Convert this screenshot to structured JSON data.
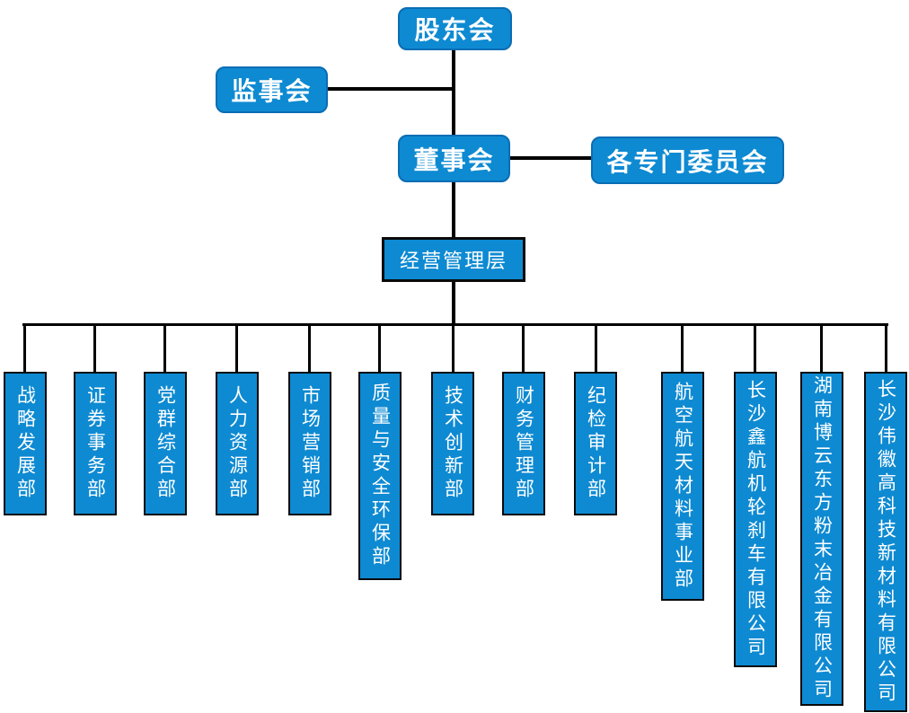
{
  "colors": {
    "node_fill": "#0E8AD2",
    "node_border_rounded": "#0A6DB4",
    "node_border_dark": "#0A0A0A",
    "connector": "#000000",
    "text": "#FFFFFF",
    "background": "#FFFFFF"
  },
  "org_chart": {
    "shareholders": {
      "label": "股东会"
    },
    "supervisory_board": {
      "label": "监事会"
    },
    "board_of_directors": {
      "label": "董事会"
    },
    "special_committees": {
      "label": "各专门委员会"
    },
    "management": {
      "label": "经营管理层"
    },
    "departments": [
      {
        "label": "战略发展部"
      },
      {
        "label": "证券事务部"
      },
      {
        "label": "党群综合部"
      },
      {
        "label": "人力资源部"
      },
      {
        "label": "市场营销部"
      },
      {
        "label": "质量与安全环保部"
      },
      {
        "label": "技术创新部"
      },
      {
        "label": "财务管理部"
      },
      {
        "label": "纪检审计部"
      },
      {
        "label": "航空航天材料事业部"
      },
      {
        "label": "长沙鑫航机轮刹车有限公司"
      },
      {
        "label": "湖南博云东方粉末冶金有限公司"
      },
      {
        "label": "长沙伟徽高科技新材料有限公司"
      }
    ]
  }
}
